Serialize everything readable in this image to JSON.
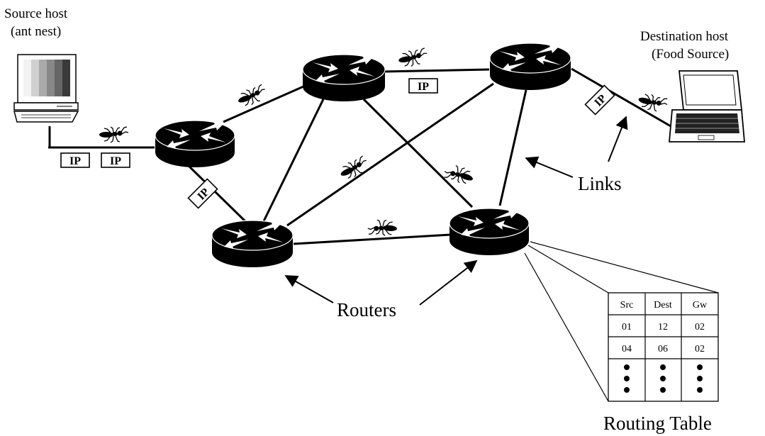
{
  "source_host": {
    "line1": "Source host",
    "line2": "(ant nest)"
  },
  "destination_host": {
    "line1": "Destination host",
    "line2": "(Food Source)"
  },
  "packet_label": "IP",
  "links_label": "Links",
  "routers_label": "Routers",
  "routing_table": {
    "title": "Routing Table",
    "headers": [
      "Src",
      "Dest",
      "Gw"
    ],
    "rows": [
      [
        "01",
        "12",
        "02"
      ],
      [
        "04",
        "06",
        "02"
      ]
    ]
  },
  "colors": {
    "ink": "#000000",
    "background": "#ffffff"
  }
}
